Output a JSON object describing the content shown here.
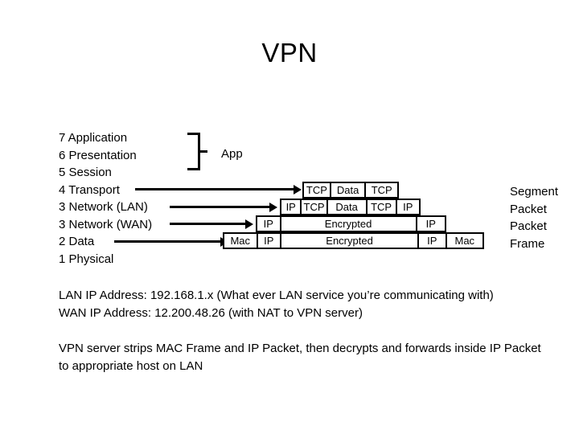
{
  "slide": {
    "title": "VPN",
    "background_color": "#ffffff",
    "text_color": "#000000"
  },
  "osi_layers": [
    {
      "number": "7",
      "name": "Application",
      "label": "7 Application"
    },
    {
      "number": "6",
      "name": "Presentation",
      "label": "6 Presentation"
    },
    {
      "number": "5",
      "name": "Session",
      "label": "5 Session"
    },
    {
      "number": "4",
      "name": "Transport",
      "label": "4 Transport"
    },
    {
      "number": "3",
      "name": "Network (LAN)",
      "label": "3 Network (LAN)"
    },
    {
      "number": "3",
      "name": "Network (WAN)",
      "label": "3 Network (WAN)"
    },
    {
      "number": "2",
      "name": "Data",
      "label": "2 Data"
    },
    {
      "number": "1",
      "name": "Physical",
      "label": "1 Physical"
    }
  ],
  "brace": {
    "app_label": "App"
  },
  "pdu_names": [
    {
      "label": "Segment"
    },
    {
      "label": "Packet"
    },
    {
      "label": "Packet"
    },
    {
      "label": "Frame"
    }
  ],
  "bands": [
    {
      "pdu": "Segment",
      "cells": [
        {
          "label": "TCP"
        },
        {
          "label": "Data"
        },
        {
          "label": "TCP"
        }
      ]
    },
    {
      "pdu": "Packet",
      "cells": [
        {
          "label": "IP"
        },
        {
          "label": "TCP"
        },
        {
          "label": "Data"
        },
        {
          "label": "TCP"
        },
        {
          "label": "IP"
        }
      ]
    },
    {
      "pdu": "Packet",
      "cells": [
        {
          "label": "IP"
        },
        {
          "label": "Encrypted"
        },
        {
          "label": "IP"
        }
      ]
    },
    {
      "pdu": "Frame",
      "cells": [
        {
          "label": "Mac"
        },
        {
          "label": "IP"
        },
        {
          "label": "Encrypted"
        },
        {
          "label": "IP"
        },
        {
          "label": "Mac"
        }
      ]
    }
  ],
  "notes": {
    "address_lines": [
      "LAN IP Address:  192.168.1.x (What ever LAN service you’re communicating with)",
      "WAN IP Address:  12.200.48.26 (with NAT to VPN server)"
    ],
    "paragraph": "VPN server strips MAC Frame and IP Packet, then decrypts and forwards inside IP Packet to appropriate host on LAN"
  }
}
